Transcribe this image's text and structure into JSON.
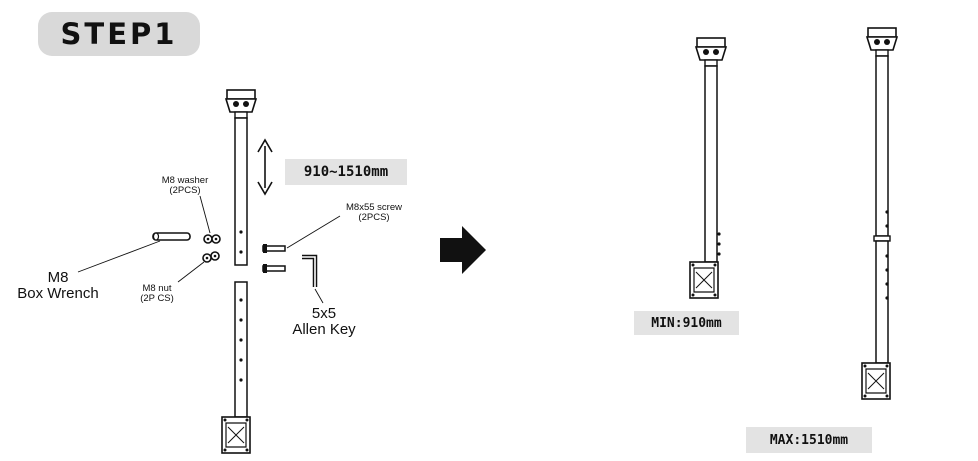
{
  "step": {
    "title": "STEP1"
  },
  "range_tag": "910~1510mm",
  "min_tag": "MIN:910mm",
  "max_tag": "MAX:1510mm",
  "parts": {
    "washer": {
      "name": "M8 washer",
      "qty": "(2PCS)"
    },
    "nut": {
      "name": "M8 nut",
      "qty": "(2P CS)"
    },
    "screw": {
      "name": "M8x55 screw",
      "qty": "(2PCS)"
    },
    "wrench": {
      "line1": "M8",
      "line2": "Box Wrench"
    },
    "allen_key": {
      "line1": "5x5",
      "line2": "Allen Key"
    }
  }
}
